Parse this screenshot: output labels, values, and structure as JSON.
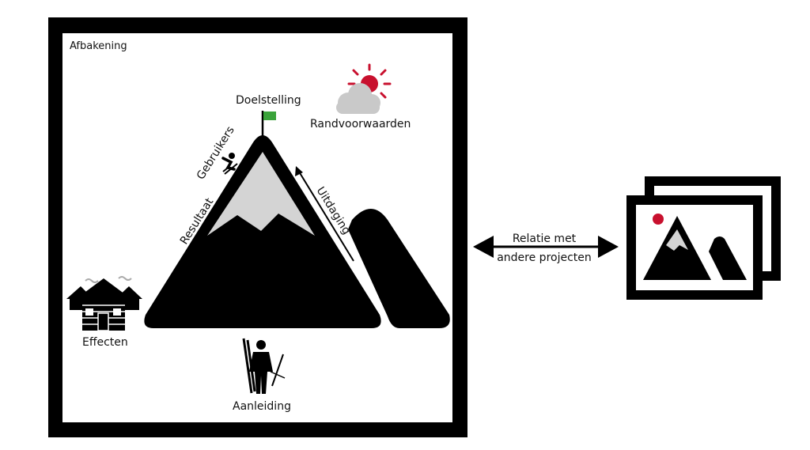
{
  "labels": {
    "scope": "Afbakening",
    "goal": "Doelstelling",
    "conditions": "Randvoorwaarden",
    "users": "Gebruikers",
    "result": "Resultaat",
    "challenge": "Uitdaging",
    "effects": "Effecten",
    "cause": "Aanleiding",
    "relation_line1": "Relatie met",
    "relation_line2": "andere projecten"
  },
  "icons": {
    "flag": "flag-icon",
    "sun": "sun-icon",
    "cloud": "cloud-icon",
    "skier": "skier-icon",
    "cabin": "cabin-icon",
    "hiker": "hiker-icon",
    "gallery": "image-gallery-icon"
  },
  "colors": {
    "frame": "#000000",
    "mountain": "#000000",
    "snow": "#d4d4d4",
    "flag": "#3aa33a",
    "sun": "#c8102e",
    "cloud": "#c9c9c9",
    "gallery_dot": "#c8102e"
  }
}
